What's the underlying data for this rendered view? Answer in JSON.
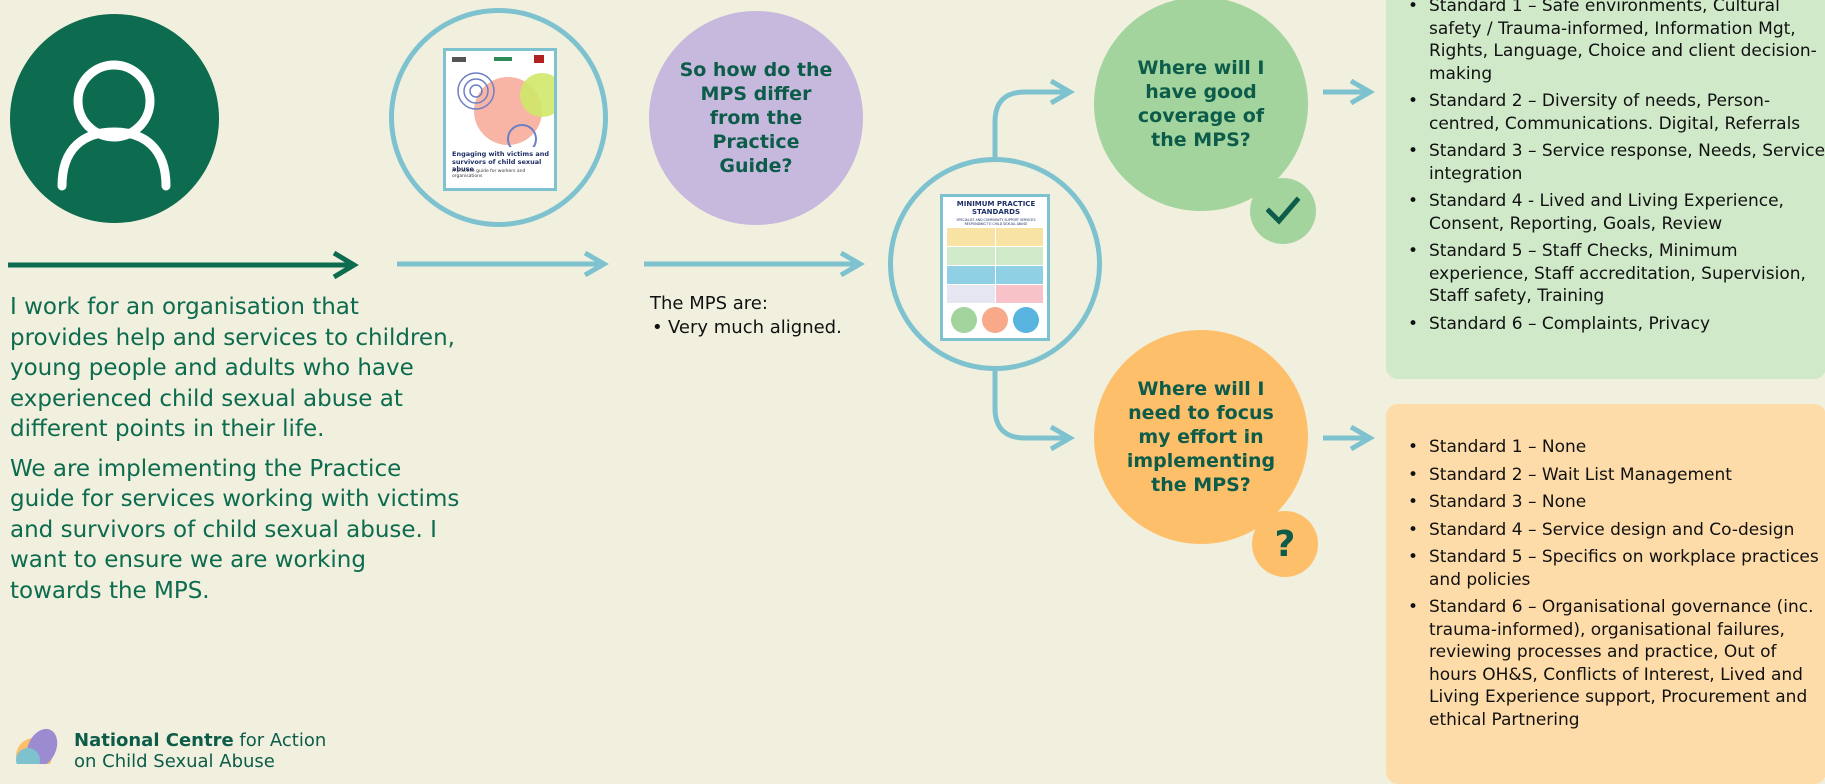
{
  "icons": {
    "person": "person-outline-icon",
    "check": "checkmark-icon",
    "question": "question-mark-icon"
  },
  "colors": {
    "dark_green": "#0d6b4f",
    "teal": "#7ec2cf",
    "purple": "#c7b9de",
    "green": "#a3d49e",
    "orange": "#fdbf6a",
    "panel_green": "#cfe9c9",
    "panel_orange": "#fedca9",
    "background": "#f1f0de"
  },
  "intro": {
    "p1": "I work for an organisation that provides help and services to children, young people and adults who have experienced child sexual abuse at different points in their life.",
    "p2": "We are implementing the Practice guide for services working with victims and survivors of child sexual abuse. I want to ensure we are working towards the MPS."
  },
  "practice_guide": {
    "cover_title": "Engaging with victims and survivors of child sexual abuse",
    "cover_subtitle": "A practice guide for workers and organisations"
  },
  "question_differ": "So how do the MPS differ from the Practice Guide?",
  "aligned": {
    "heading": "The MPS are:",
    "item": "Very much aligned."
  },
  "mps_doc": {
    "title": "MINIMUM PRACTICE STANDARDS",
    "subtitle": "SPECIALIST AND COMMUNITY SUPPORT SERVICES RESPONDING TO CHILD SEXUAL ABUSE"
  },
  "question_coverage": "Where will I have good coverage of the MPS?",
  "question_focus": "Where will I need to focus my effort in implementing the MPS?",
  "badge_question": "?",
  "coverage_items": [
    "Standard 1 – Safe environments, Cultural safety / Trauma-informed, Information Mgt, Rights, Language, Choice and client decision-making",
    "Standard 2 – Diversity of needs, Person-centred, Communications. Digital, Referrals",
    "Standard 3 – Service response, Needs, Service integration",
    "Standard 4 - Lived and Living Experience, Consent, Reporting, Goals, Review",
    "Standard 5 – Staff Checks, Minimum experience, Staff accreditation, Supervision, Staff safety, Training",
    "Standard 6 – Complaints, Privacy"
  ],
  "focus_items": [
    "Standard 1 – None",
    "Standard 2 – Wait List Management",
    "Standard 3 – None",
    "Standard 4 – Service design and Co-design",
    "Standard 5 – Specifics on workplace practices and policies",
    "Standard 6 – Organisational governance (inc. trauma-informed), organisational failures, reviewing processes and practice, Out of hours OH&S, Conflicts of Interest, Lived and Living Experience support, Procurement and ethical Partnering"
  ],
  "logo": {
    "bold": "National Centre",
    "rest": "for Action",
    "line2": "on Child Sexual Abuse"
  }
}
